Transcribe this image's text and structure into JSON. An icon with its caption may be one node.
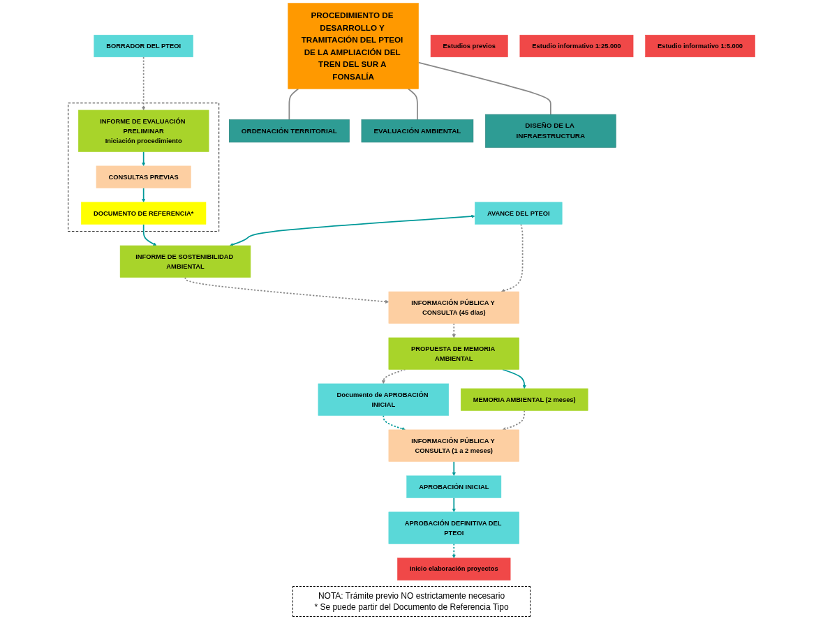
{
  "diagram": {
    "nodes": [
      {
        "text": [
          "PROCEDIMIENTO DE DESARROLLO Y TRAMITACIÓN DEL PTEOI DE LA AMPLIACIÓN DEL TREN DEL SUR A FONSALÍA"
        ]
      },
      {
        "text": [
          "ORDENACIÓN TERRITORIAL"
        ]
      },
      {
        "text": [
          "EVALUACIÓN AMBIENTAL"
        ]
      },
      {
        "text": [
          "DISEÑO DE LA INFRAESTRUCTURA"
        ]
      },
      {
        "text": [
          "BORRADOR DEL PTEOI"
        ]
      },
      {
        "text": [],
        "shape": "box"
      },
      {
        "text": [
          "INFORME DE EVALUACIÓN PRELIMINAR",
          "Iniciación procedimiento"
        ],
        "in": 5
      },
      {
        "text": [
          "CONSULTAS PREVIAS"
        ],
        "in": 5
      },
      {
        "text": [
          "DOCUMENTO DE REFERENCIA*"
        ],
        "in": 5
      },
      {
        "text": [
          "Estudios previos"
        ]
      },
      {
        "text": [
          "AVANCE DEL PTEOI"
        ]
      },
      {
        "text": [
          "INFORME DE SOSTENIBILIDAD AMBIENTAL"
        ]
      },
      {
        "text": [
          "Estudio informativo 1:25.000"
        ]
      },
      {
        "text": [
          "INFORMACIÓN PÚBLICA Y CONSULTA (45 días)"
        ]
      },
      {
        "text": [
          "PROPUESTA DE MEMORIA AMBIENTAL"
        ]
      },
      {
        "text": [
          "Documento de APROBACIÓN INICIAL"
        ]
      },
      {
        "text": [
          "MEMORIA AMBIENTAL (2 meses)"
        ]
      },
      {
        "text": [
          "Estudio informativo 1:5.000"
        ]
      },
      {
        "text": [
          "INFORMACIÓN PÚBLICA Y CONSULTA (1 a 2 meses)"
        ]
      },
      {
        "text": [
          "APROBACIÓN INICIAL"
        ]
      },
      {
        "text": [
          "APROBACIÓN DEFINITIVA DEL PTEOI"
        ]
      },
      {
        "text": [
          "Inicio elaboración proyectos"
        ]
      }
    ],
    "edges": [
      {
        "from": 0,
        "to": 1,
        "arrow": "none"
      },
      {
        "from": 0,
        "to": 2,
        "arrow": "none"
      },
      {
        "from": 0,
        "to": 3,
        "arrow": "none"
      },
      {
        "from": 4,
        "to": 6,
        "arrow": "to",
        "style": "dashed"
      },
      {
        "from": 6,
        "to": 7,
        "arrow": "to",
        "color": "#009999"
      },
      {
        "from": 7,
        "to": 8,
        "arrow": "to",
        "color": "#009999"
      },
      {
        "from": 8,
        "to": 11,
        "arrow": "to",
        "color": "#009999"
      },
      {
        "from": 10,
        "to": 11,
        "arrow": "both",
        "color": "#009999"
      },
      {
        "from": 10,
        "to": 13,
        "arrow": "to",
        "style": "dashed"
      },
      {
        "from": 11,
        "to": 13,
        "arrow": "to",
        "style": "dashed"
      },
      {
        "from": 13,
        "to": 14,
        "arrow": "to",
        "style": "dashed"
      },
      {
        "from": 14,
        "to": 15,
        "arrow": "to",
        "style": "dashed"
      },
      {
        "from": 14,
        "to": 16,
        "arrow": "to",
        "color": "#009999"
      },
      {
        "from": 15,
        "to": 18,
        "arrow": "to",
        "style": "dashed",
        "color": "#009999"
      },
      {
        "from": 16,
        "to": 18,
        "arrow": "to",
        "style": "dashed"
      },
      {
        "from": 18,
        "to": 19,
        "arrow": "to",
        "color": "#009999"
      },
      {
        "from": 19,
        "to": 20,
        "arrow": "to",
        "color": "#009999"
      },
      {
        "from": 20,
        "to": 21,
        "arrow": "to",
        "style": "dashed",
        "color": "#009999"
      }
    ],
    "labels": [
      "NOTA: Trámite previo NO estrictamente necesario",
      "* Se puede partir del Documento de Referencia Tipo"
    ]
  }
}
